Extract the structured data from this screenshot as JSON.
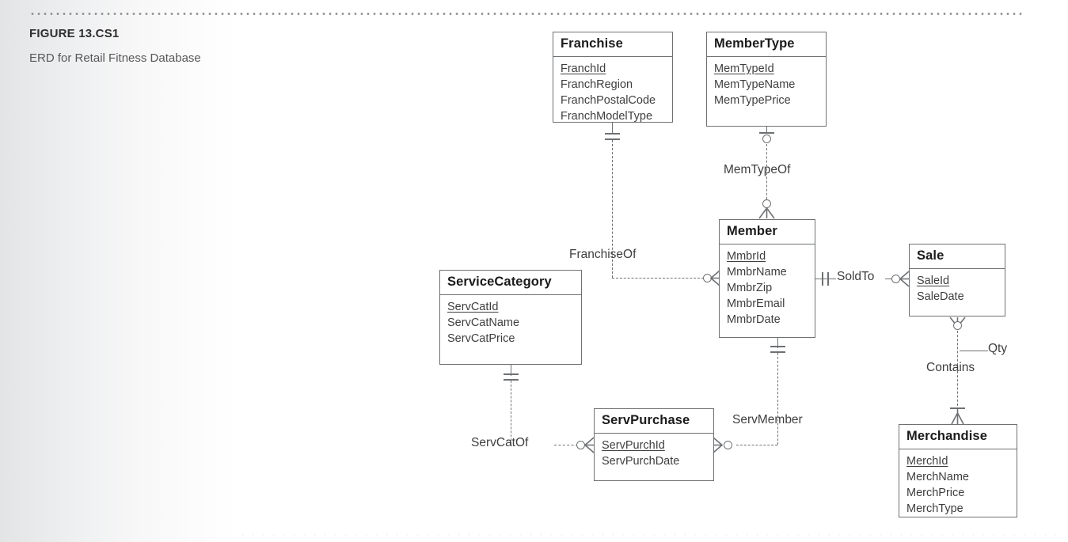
{
  "figure": {
    "number": "FIGURE 13.CS1",
    "caption": "ERD for Retail Fitness Database"
  },
  "diagram": {
    "type": "erd",
    "notation": "crows-foot",
    "entities": [
      {
        "id": "franchise",
        "name": "Franchise",
        "attributes": [
          {
            "name": "FranchId",
            "key": "pk"
          },
          {
            "name": "FranchRegion",
            "key": ""
          },
          {
            "name": "FranchPostalCode",
            "key": ""
          },
          {
            "name": "FranchModelType",
            "key": ""
          }
        ]
      },
      {
        "id": "membertype",
        "name": "MemberType",
        "attributes": [
          {
            "name": "MemTypeId",
            "key": "pk"
          },
          {
            "name": "MemTypeName",
            "key": ""
          },
          {
            "name": "MemTypePrice",
            "key": ""
          }
        ]
      },
      {
        "id": "member",
        "name": "Member",
        "attributes": [
          {
            "name": "MmbrId",
            "key": "pk"
          },
          {
            "name": "MmbrName",
            "key": ""
          },
          {
            "name": "MmbrZip",
            "key": ""
          },
          {
            "name": "MmbrEmail",
            "key": ""
          },
          {
            "name": "MmbrDate",
            "key": ""
          }
        ]
      },
      {
        "id": "sale",
        "name": "Sale",
        "attributes": [
          {
            "name": "SaleId",
            "key": "pk"
          },
          {
            "name": "SaleDate",
            "key": ""
          }
        ]
      },
      {
        "id": "servicecategory",
        "name": "ServiceCategory",
        "attributes": [
          {
            "name": "ServCatId",
            "key": "pk"
          },
          {
            "name": "ServCatName",
            "key": ""
          },
          {
            "name": "ServCatPrice",
            "key": ""
          }
        ]
      },
      {
        "id": "servpurchase",
        "name": "ServPurchase",
        "attributes": [
          {
            "name": "ServPurchId",
            "key": "pk"
          },
          {
            "name": "ServPurchDate",
            "key": ""
          }
        ]
      },
      {
        "id": "merchandise",
        "name": "Merchandise",
        "attributes": [
          {
            "name": "MerchId",
            "key": "pk"
          },
          {
            "name": "MerchName",
            "key": ""
          },
          {
            "name": "MerchPrice",
            "key": ""
          },
          {
            "name": "MerchType",
            "key": ""
          }
        ]
      }
    ],
    "relationships": [
      {
        "id": "franchiseof",
        "label": "FranchiseOf",
        "from": "franchise",
        "to": "member",
        "line": "dashed",
        "from_cardinality": "one-mandatory",
        "to_cardinality": "many-optional"
      },
      {
        "id": "memtypeof",
        "label": "MemTypeOf",
        "from": "membertype",
        "to": "member",
        "line": "dashed",
        "from_cardinality": "one-optional",
        "to_cardinality": "many-optional"
      },
      {
        "id": "soldto",
        "label": "SoldTo",
        "from": "member",
        "to": "sale",
        "line": "solid",
        "from_cardinality": "one-mandatory",
        "to_cardinality": "many-optional"
      },
      {
        "id": "servcatof",
        "label": "ServCatOf",
        "from": "servicecategory",
        "to": "servpurchase",
        "line": "dashed",
        "from_cardinality": "one-mandatory",
        "to_cardinality": "many-optional"
      },
      {
        "id": "servmember",
        "label": "ServMember",
        "from": "member",
        "to": "servpurchase",
        "line": "dashed",
        "from_cardinality": "one-mandatory",
        "to_cardinality": "many-optional"
      },
      {
        "id": "contains",
        "label": "Contains",
        "from": "sale",
        "to": "merchandise",
        "line": "dashed",
        "from_cardinality": "many-optional",
        "to_cardinality": "one-mandatory",
        "attribute": "Qty"
      }
    ]
  },
  "colors": {
    "line": "#6e7174",
    "entity_text": "#1b1b1b",
    "attribute_text": "#3e3e40",
    "caption_text": "#58585a",
    "title_text": "#2e2e2e",
    "background": "#ffffff"
  }
}
